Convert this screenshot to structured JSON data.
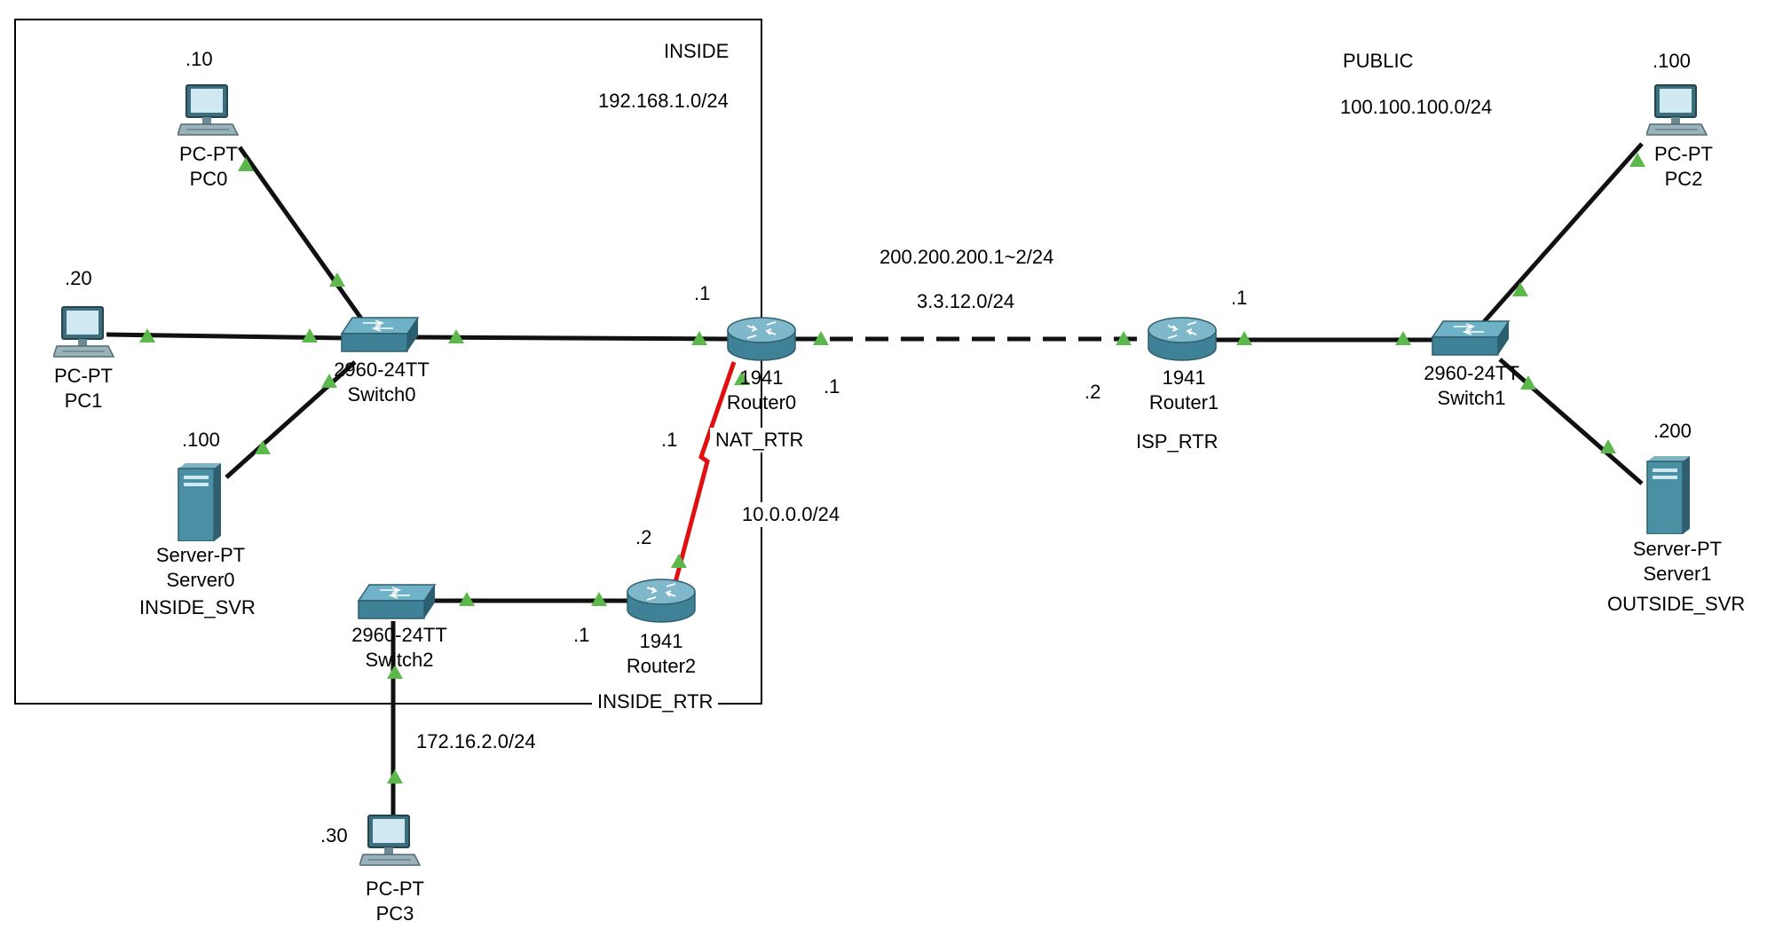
{
  "areas": {
    "inside": {
      "title": "INSIDE",
      "network": "192.168.1.0/24"
    },
    "public": {
      "title": "PUBLIC",
      "network": "100.100.100.0/24"
    }
  },
  "links": {
    "wan_range": "200.200.200.1~2/24",
    "wan_network": "3.3.12.0/24",
    "serial_network": "10.0.0.0/24",
    "pc3_network": "172.16.2.0/24"
  },
  "devices": {
    "pc0": {
      "type": "PC-PT",
      "name": "PC0",
      "ip": ".10"
    },
    "pc1": {
      "type": "PC-PT",
      "name": "PC1",
      "ip": ".20"
    },
    "server0": {
      "type": "Server-PT",
      "name": "Server0",
      "role": "INSIDE_SVR",
      "ip": ".100"
    },
    "switch0": {
      "type": "2960-24TT",
      "name": "Switch0"
    },
    "router0": {
      "type": "1941",
      "name": "Router0",
      "role": "NAT_RTR",
      "ip_lan": ".1",
      "ip_wan": ".1",
      "ip_serial": ".1"
    },
    "router2": {
      "type": "1941",
      "name": "Router2",
      "role": "INSIDE_RTR",
      "ip_serial": ".2",
      "ip_lan": ".1"
    },
    "switch2": {
      "type": "2960-24TT",
      "name": "Switch2"
    },
    "pc3": {
      "type": "PC-PT",
      "name": "PC3",
      "ip": ".30"
    },
    "router1": {
      "type": "1941",
      "name": "Router1",
      "role": "ISP_RTR",
      "ip_wan": ".2",
      "ip_lan": ".1"
    },
    "switch1": {
      "type": "2960-24TT",
      "name": "Switch1"
    },
    "pc2": {
      "type": "PC-PT",
      "name": "PC2",
      "ip": ".100"
    },
    "server1": {
      "type": "Server-PT",
      "name": "Server1",
      "role": "OUTSIDE_SVR",
      "ip": ".200"
    }
  },
  "colors": {
    "link": "#111111",
    "serial": "#e01010",
    "link_up": "#5cb84a",
    "device": "#4a8fa3"
  }
}
